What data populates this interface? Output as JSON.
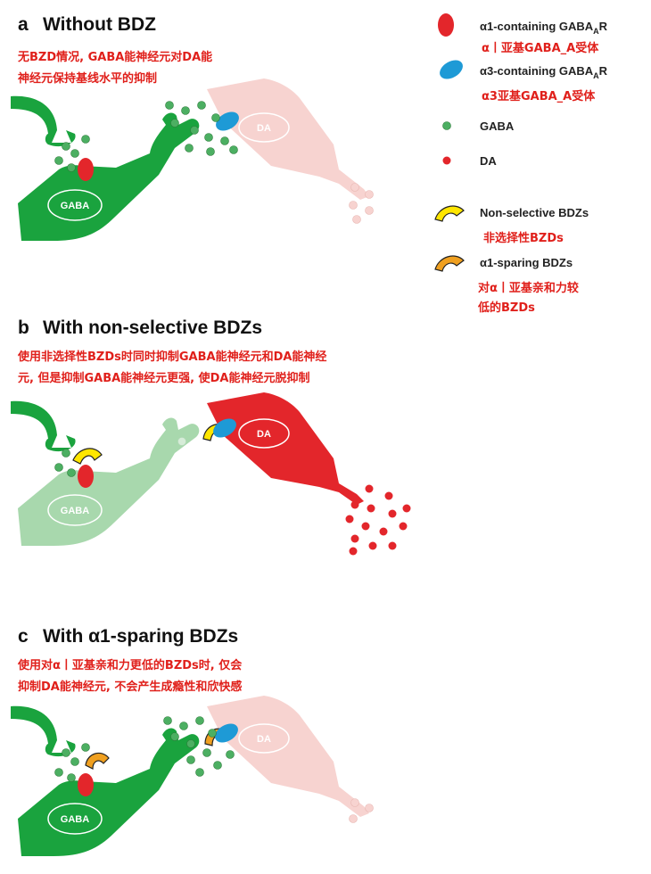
{
  "panels": [
    {
      "letter": "a",
      "title": "Without BDZ",
      "caption_lines": [
        "无BZD情况, GABA能神经元对DA能",
        "神经元保持基线水平的抑制"
      ]
    },
    {
      "letter": "b",
      "title": "With non-selective BDZs",
      "caption_lines": [
        "使用非选择性BZDs时同时抑制GABA能神经元和DA能神经",
        "元, 但是抑制GABA能神经元更强, 使DA能神经元脱抑制"
      ]
    },
    {
      "letter": "c",
      "title": "With α1-sparing BDZs",
      "caption_lines": [
        "使用对α丨亚基亲和力更低的BZDs时, 仅会",
        "抑制DA能神经元, 不会产生成瘾性和欣快感"
      ]
    }
  ],
  "legend": {
    "a1_receptor": "α1-containing GABA",
    "a1_receptor_sub": "A",
    "a1_receptor_tail": "R",
    "a1_receptor_cn": "α丨亚基GABA_A受体",
    "a3_receptor": "α3-containing GABA",
    "a3_receptor_sub": "A",
    "a3_receptor_tail": "R",
    "a3_receptor_cn": "α3亚基GABA_A受体",
    "gaba": "GABA",
    "da": "DA",
    "nonselective": "Non-selective BDZs",
    "nonselective_cn": "非选择性BZDs",
    "a1_sparing": "α1-sparing BDZs",
    "a1_sparing_cn_lines": [
      "对α丨亚基亲和力较",
      "低的BZDs"
    ]
  },
  "cell_labels": {
    "gaba_neuron": "GABA",
    "da_neuron": "DA"
  },
  "colors": {
    "gaba_green": "#1aa33e",
    "gaba_green_faded": "#a8d8ad",
    "da_red": "#e3262b",
    "da_pink_faded": "#f7d3d0",
    "a1_receptor_red": "#e3262b",
    "a3_receptor_blue": "#1e9ad6",
    "gaba_dot": "#4caf62",
    "nonselective_yellow": "#ffe600",
    "sparing_orange": "#f0a020",
    "caption_red": "#e0201b"
  }
}
